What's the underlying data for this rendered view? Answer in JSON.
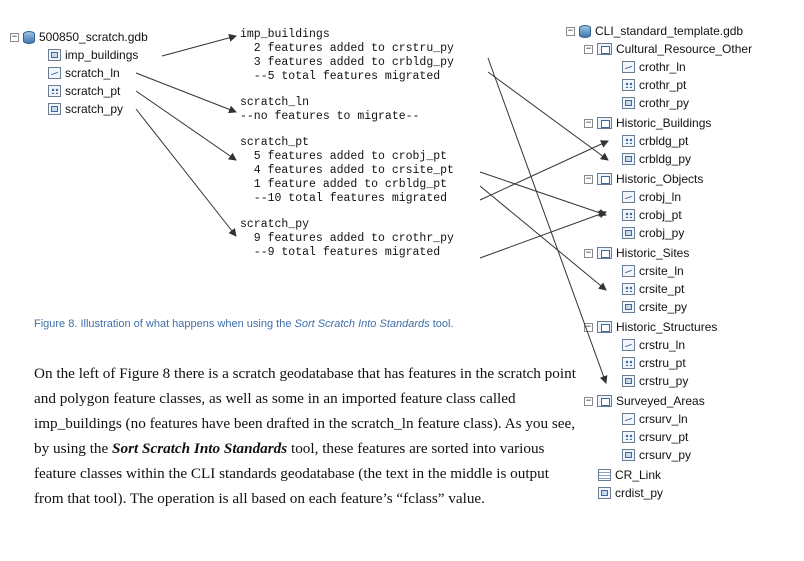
{
  "scratch_tree": {
    "root": "500850_scratch.gdb",
    "items": [
      {
        "label": "imp_buildings",
        "icon": "polygon-feature-class-icon"
      },
      {
        "label": "scratch_ln",
        "icon": "line-feature-class-icon"
      },
      {
        "label": "scratch_pt",
        "icon": "point-feature-class-icon"
      },
      {
        "label": "scratch_py",
        "icon": "polygon-feature-class-icon"
      }
    ]
  },
  "tool_output": {
    "blocks": [
      {
        "name": "imp_buildings",
        "lines": [
          "  2 features added to crstru_py",
          "  3 features added to crbldg_py",
          "  --5 total features migrated"
        ]
      },
      {
        "name": "scratch_ln",
        "lines": [
          "--no features to migrate--"
        ]
      },
      {
        "name": "scratch_pt",
        "lines": [
          "  5 features added to crobj_pt",
          "  4 features added to crsite_pt",
          "  1 feature added to crbldg_pt",
          "  --10 total features migrated"
        ]
      },
      {
        "name": "scratch_py",
        "lines": [
          "  9 features added to crothr_py",
          "  --9 total features migrated"
        ]
      }
    ]
  },
  "standards_tree": {
    "root": "CLI_standard_template.gdb",
    "datasets": [
      {
        "label": "Cultural_Resource_Other",
        "items": [
          "crothr_ln",
          "crothr_pt",
          "crothr_py"
        ]
      },
      {
        "label": "Historic_Buildings",
        "items": [
          "crbldg_pt",
          "crbldg_py"
        ]
      },
      {
        "label": "Historic_Objects",
        "items": [
          "crobj_ln",
          "crobj_pt",
          "crobj_py"
        ]
      },
      {
        "label": "Historic_Sites",
        "items": [
          "crsite_ln",
          "crsite_pt",
          "crsite_py"
        ]
      },
      {
        "label": "Historic_Structures",
        "items": [
          "crstru_ln",
          "crstru_pt",
          "crstru_py"
        ]
      },
      {
        "label": "Surveyed_Areas",
        "items": [
          "crsurv_ln",
          "crsurv_pt",
          "crsurv_py"
        ]
      }
    ],
    "tables": [
      {
        "label": "CR_Link",
        "icon": "table-icon"
      },
      {
        "label": "crdist_py",
        "icon": "polygon-feature-class-icon"
      }
    ]
  },
  "caption": {
    "prefix": "Figure 8. Illustration of what happens when using the ",
    "tool": "Sort Scratch Into Standards",
    "suffix": " tool."
  },
  "paragraph": {
    "part1": "On the left of Figure 8 there is a scratch geodatabase that has features in the scratch point and polygon feature classes, as well as some in an imported feature class called imp_buildings (no features have been drafted in the scratch_ln feature class). As you see, by using the ",
    "tool": "Sort Scratch Into Standards",
    "part2": " tool, these features are sorted into various feature classes within the CLI standards geodatabase (the text in the middle is output from that tool). The operation is all based on each feature’s “fclass” value."
  },
  "colors": {
    "caption": "#3f6fa8",
    "arrow": "#333333"
  }
}
